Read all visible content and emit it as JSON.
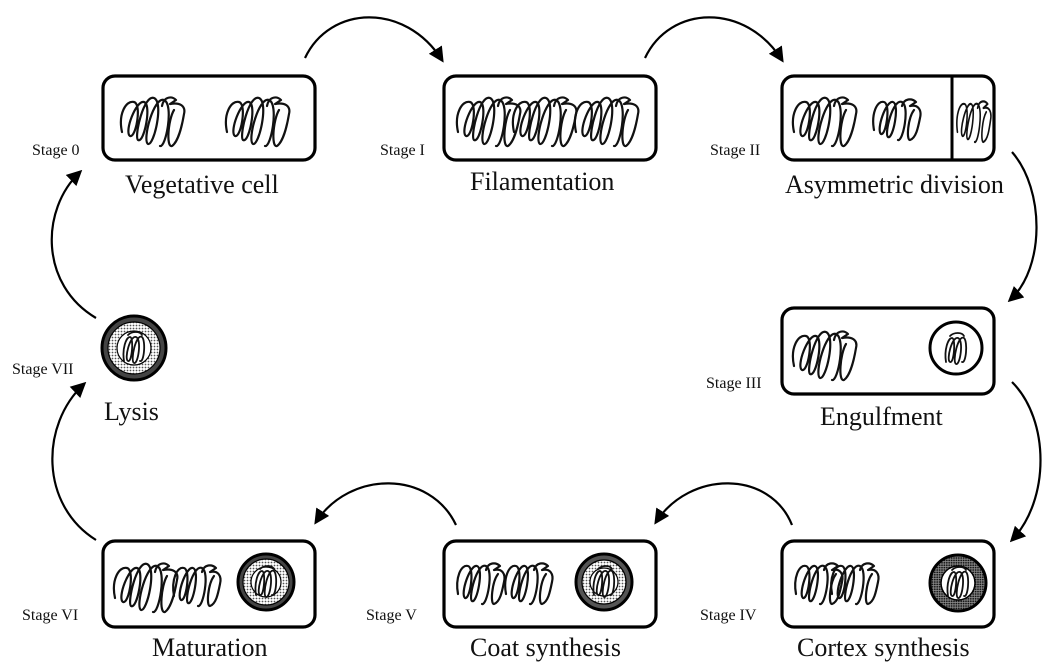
{
  "diagram": {
    "stages": [
      {
        "tag": "Stage 0",
        "name": "Vegetative cell"
      },
      {
        "tag": "Stage I",
        "name": "Filamentation"
      },
      {
        "tag": "Stage II",
        "name": "Asymmetric division"
      },
      {
        "tag": "Stage III",
        "name": "Engulfment"
      },
      {
        "tag": "Stage IV",
        "name": "Cortex synthesis"
      },
      {
        "tag": "Stage V",
        "name": "Coat synthesis"
      },
      {
        "tag": "Stage VI",
        "name": "Maturation"
      },
      {
        "tag": "Stage VII",
        "name": "Lysis"
      }
    ]
  }
}
